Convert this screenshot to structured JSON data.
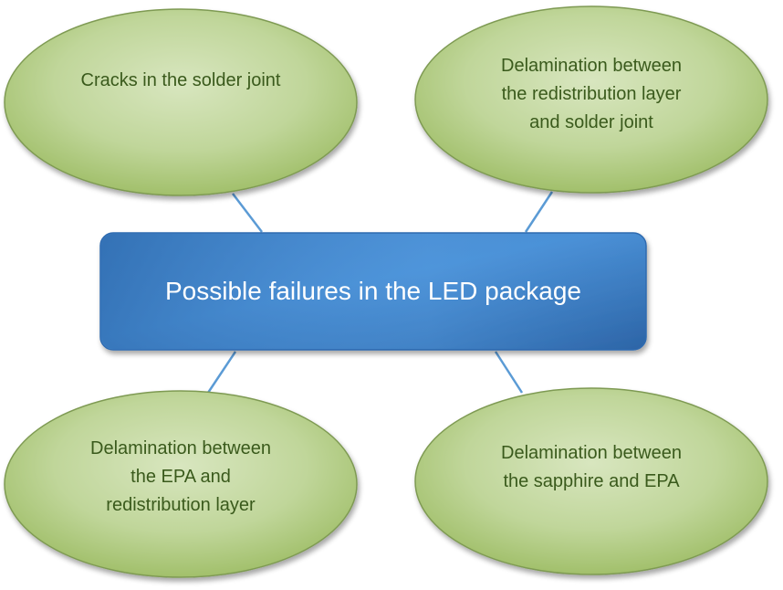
{
  "diagram": {
    "center": {
      "label": "Possible failures in the LED package"
    },
    "nodes": [
      {
        "id": "top-left",
        "lines": [
          "Cracks in the solder joint"
        ]
      },
      {
        "id": "top-right",
        "lines": [
          "Delamination between",
          "the redistribution layer",
          "and solder joint"
        ]
      },
      {
        "id": "bottom-left",
        "lines": [
          "Delamination between",
          "the EPA and",
          "redistribution layer"
        ]
      },
      {
        "id": "bottom-right",
        "lines": [
          "Delamination between",
          "the sapphire and EPA"
        ]
      }
    ]
  },
  "colors": {
    "ellipse_fill_light": "#d7e4bd",
    "ellipse_fill_dark": "#9bbb59",
    "ellipse_text": "#3a5a1c",
    "center_fill_light": "#4f9ae0",
    "center_fill_dark": "#2a62a3",
    "center_text": "#ffffff",
    "connector": "#5b9bd5"
  }
}
